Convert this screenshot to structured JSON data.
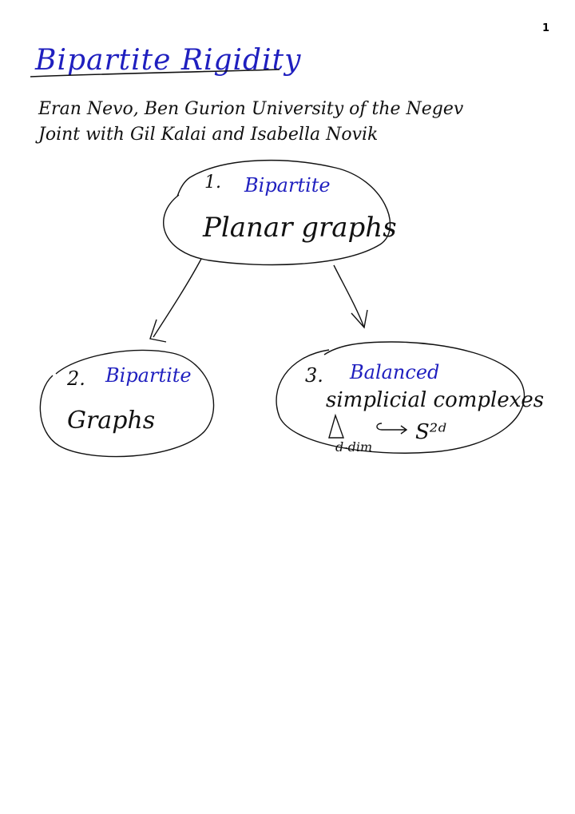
{
  "page": {
    "number": "1"
  },
  "header": {
    "title": "Bipartite Rigidity"
  },
  "authors": {
    "line1": "Eran Nevo, Ben Gurion University of the Negev",
    "line2": "Joint with Gil Kalai and Isabella Novik"
  },
  "diagram": {
    "node1": {
      "number": "1.",
      "label_blue": "Bipartite",
      "label_black": "Planar graphs"
    },
    "node2": {
      "number": "2.",
      "label_blue": "Bipartite",
      "label_black": "Graphs"
    },
    "node3": {
      "number": "3.",
      "label_blue": "Balanced",
      "label_black": "simplicial complexes",
      "embed_symbol": "Δ ↪",
      "sphere": "S²ᵈ",
      "dim_label": "d-dim"
    }
  },
  "colors": {
    "ink_blue": "#1f1fbf",
    "ink_black": "#111111"
  }
}
